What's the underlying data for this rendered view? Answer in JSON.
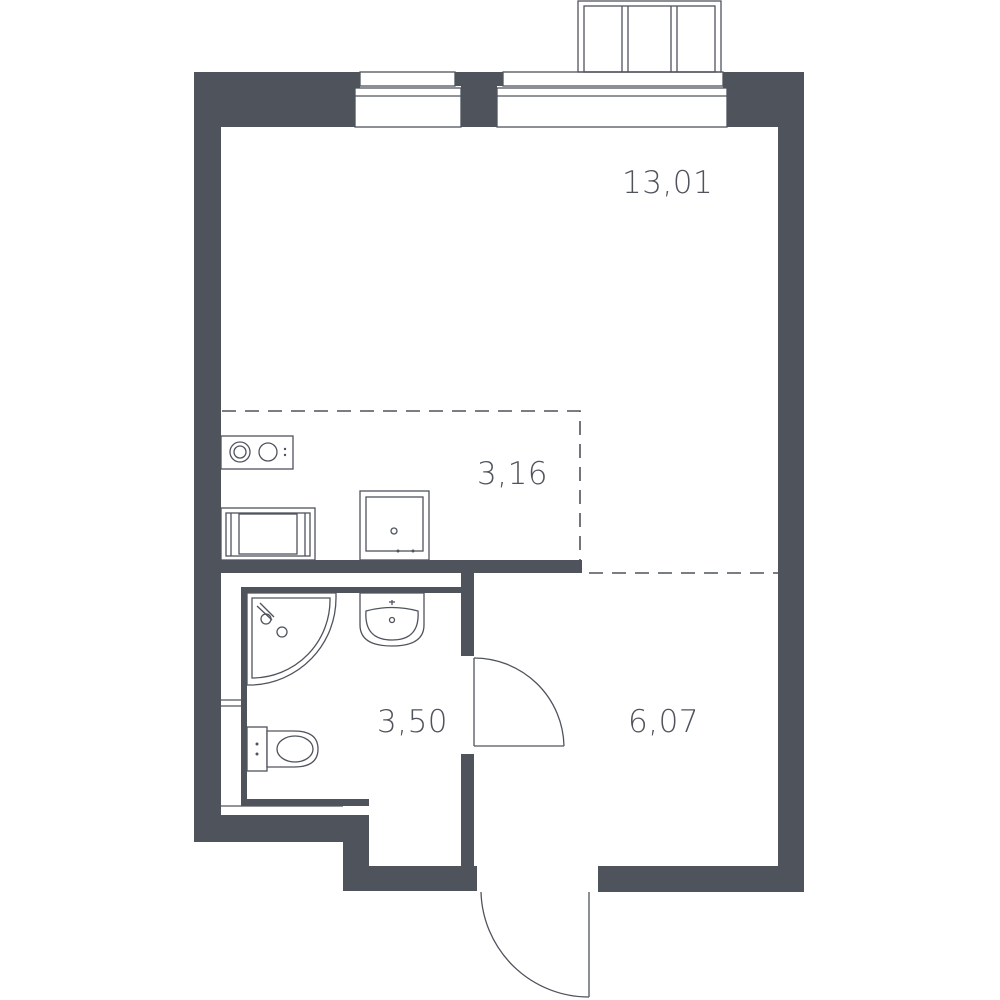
{
  "rooms": {
    "living_room": {
      "area": "13,01"
    },
    "kitchen": {
      "area": "3,16"
    },
    "bathroom": {
      "area": "3,50"
    },
    "hallway": {
      "area": "6,07"
    }
  },
  "colors": {
    "wall": "#4f535c",
    "background": "#ffffff"
  },
  "icons": [
    "stove-icon",
    "sink-icon",
    "shower-icon",
    "toilet-icon",
    "washbasin-icon"
  ]
}
